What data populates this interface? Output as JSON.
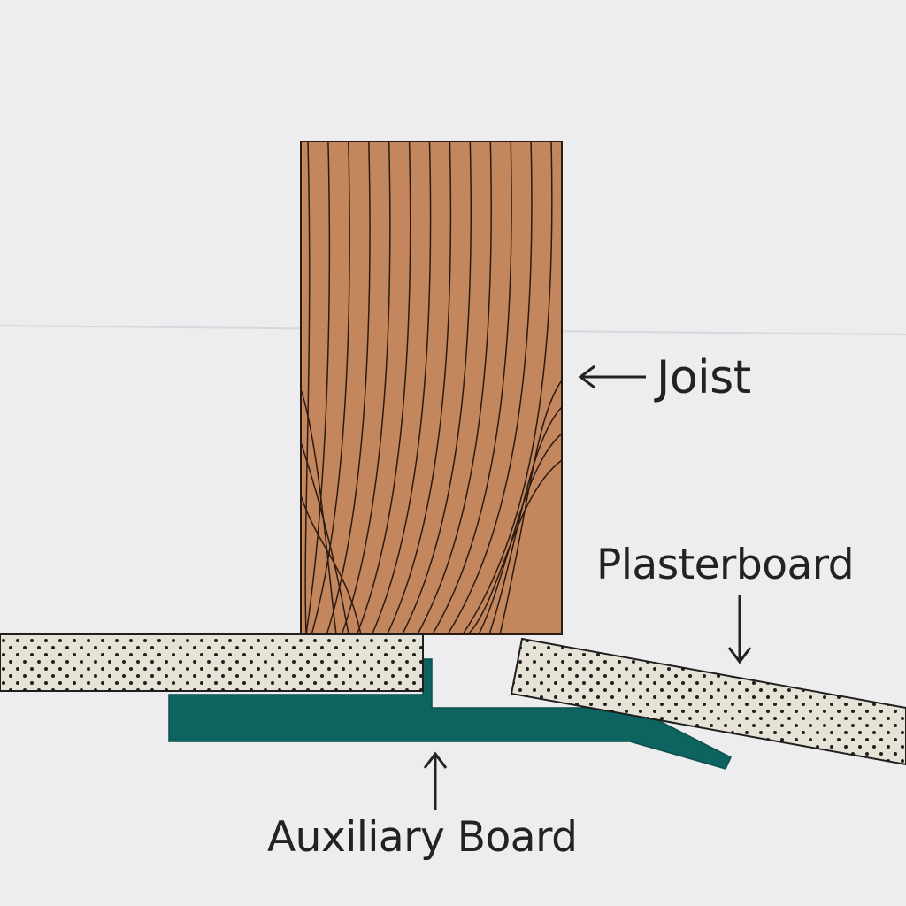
{
  "labels": {
    "joist": "Joist",
    "plasterboard": "Plasterboard",
    "auxiliary_board": "Auxiliary Board"
  },
  "colors": {
    "background": "#ededef",
    "joist_wood": "#c4875d",
    "wood_grain": "#2b1a12",
    "plasterboard_fill": "#e6e2d5",
    "plasterboard_dots": "#1f1f1f",
    "auxiliary_board": "#0c6360",
    "arrows_and_text": "#222222"
  },
  "icons": {
    "joist_pointer": "left-arrow-icon",
    "plasterboard_pointer": "down-arrow-icon",
    "auxiliary_pointer": "up-arrow-icon"
  }
}
